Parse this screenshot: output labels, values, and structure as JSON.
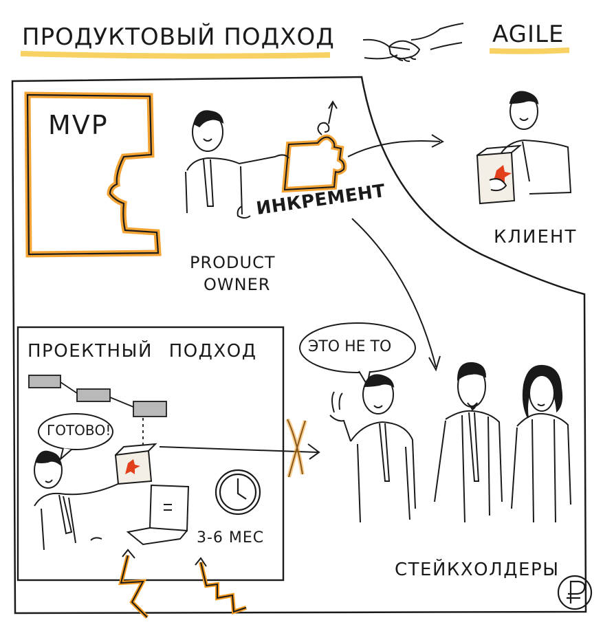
{
  "header": {
    "title": "ПРОДУКТОВЫЙ ПОДХОД",
    "agile": "AGILE"
  },
  "top": {
    "mvp": "MVP",
    "increment": "ИНКРЕМЕНТ",
    "product_owner_line1": "PRODUCT",
    "product_owner_line2": "OWNER",
    "client": "КЛИЕНТ"
  },
  "project": {
    "title": "ПРОЕКТНЫЙ ПОДХОД",
    "done_bubble": "ГОТОВО!",
    "duration": "3-6 МЕС"
  },
  "stakeholders": {
    "bubble": "ЭТО НЕ ТО",
    "label": "СТЕЙКХОЛДЕРЫ"
  },
  "colors": {
    "accent_orange": "#f39a1e",
    "highlight_yellow": "#f7c948",
    "ink": "#1a1a1a",
    "red": "#e2401c"
  }
}
